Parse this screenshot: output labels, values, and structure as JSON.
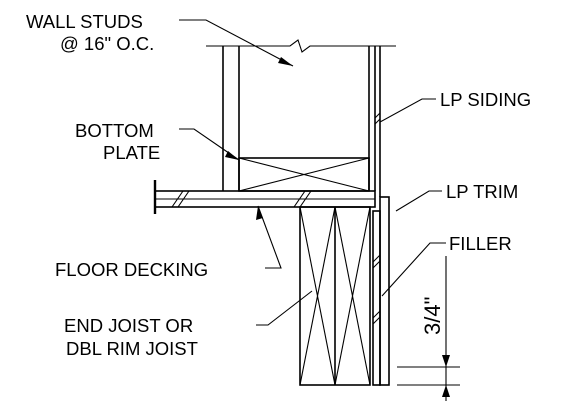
{
  "drawing": {
    "labels": {
      "wall_studs_line1": "WALL STUDS",
      "wall_studs_line2": "@ 16\" O.C.",
      "lp_siding": "LP SIDING",
      "bottom_plate_line1": "BOTTOM",
      "bottom_plate_line2": "PLATE",
      "lp_trim": "LP TRIM",
      "filler": "FILLER",
      "floor_decking": "FLOOR DECKING",
      "end_joist_line1": "END JOIST OR",
      "end_joist_line2": "DBL RIM JOIST",
      "dimension": "3/4\""
    },
    "colors": {
      "line": "#000000",
      "background": "#ffffff"
    }
  }
}
